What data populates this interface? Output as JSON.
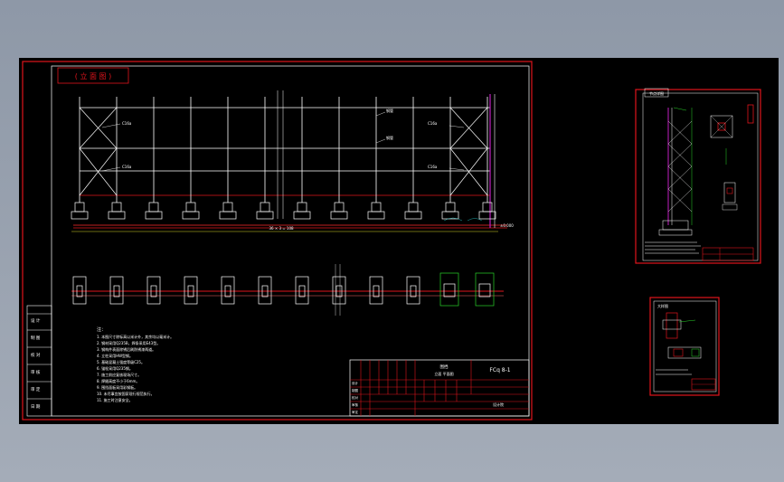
{
  "main": {
    "section_title": "( 立 面 图 )",
    "member_labels": [
      "C16a",
      "C16a",
      "钢管",
      "钢管"
    ],
    "overall_dimension": "36 × 3 = 108",
    "ground_label": "±0.000",
    "revision_labels": [
      "设 计",
      "制 图",
      "校 对",
      "审 核",
      "审 定",
      "日 期"
    ]
  },
  "notes": {
    "heading": "注：",
    "items": [
      "1. 本图尺寸除标高以米计外，其余均以毫米计。",
      "2. 钢材采用Q235B，焊条采用E43型。",
      "3. 钢构件表面除锈后刷防锈漆两道。",
      "4. 立柱采用HW型钢。",
      "5. 基础混凝土强度等级C25。",
      "6. 锚栓采用Q235钢。",
      "7. 施工前应复核现场尺寸。",
      "8. 焊缝高度不小于6mm。",
      "9. 围挡面板采用彩钢板。",
      "10. 未尽事宜按国家现行规范执行。",
      "11. 施工时注意安全。"
    ]
  },
  "title_block": {
    "project": "围挡",
    "drawing_name": "立面 平面图",
    "drawing_number": "FCq 8-1",
    "company": "设计院",
    "row_labels": [
      "设计",
      "制图",
      "校对",
      "审核",
      "审定"
    ]
  },
  "details": {
    "sheet1_title": "节点详图",
    "sheet2_title": "大样图"
  }
}
